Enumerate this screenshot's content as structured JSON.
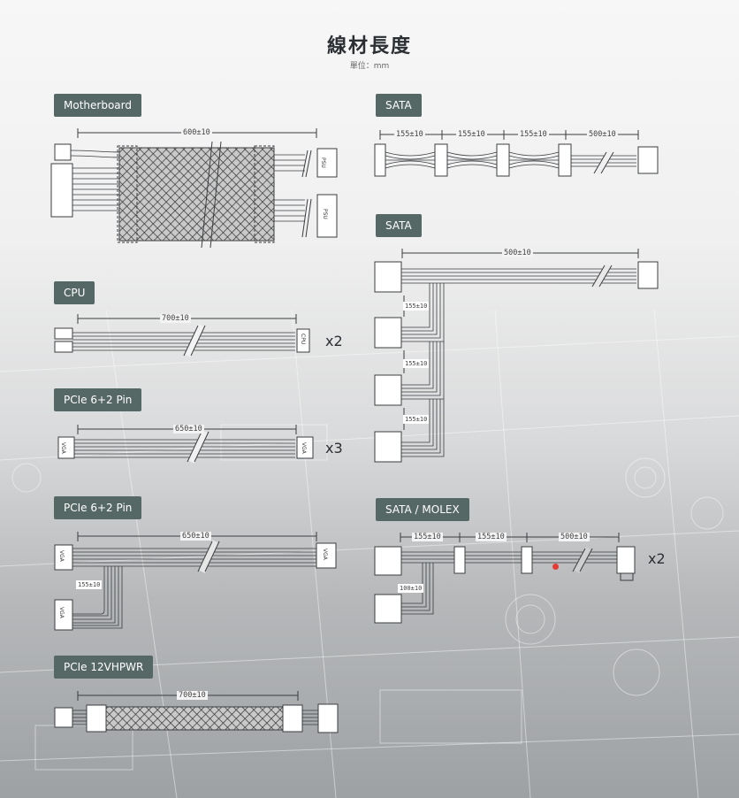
{
  "header": {
    "title": "線材長度",
    "unit": "單位：mm"
  },
  "sections": {
    "motherboard": {
      "label": "Motherboard",
      "dimension": "600±10",
      "conn_label": "PSU"
    },
    "cpu": {
      "label": "CPU",
      "dimension": "700±10",
      "conn_label": "CPU",
      "multiplier": "x2"
    },
    "pcie1": {
      "label": "PCIe 6+2 Pin",
      "dimension": "650±10",
      "conn_label": "VGA",
      "multiplier": "x3"
    },
    "pcie2": {
      "label": "PCIe 6+2 Pin",
      "dimension": "650±10",
      "sub_dimension": "155±10",
      "conn_label": "VGA"
    },
    "pcie12v": {
      "label": "PCIe 12VHPWR",
      "dimension": "700±10"
    },
    "sata1": {
      "label": "SATA",
      "dims": [
        "155±10",
        "155±10",
        "155±10",
        "500±10"
      ]
    },
    "sata2": {
      "label": "SATA",
      "dimension": "500±10",
      "sub_dims": [
        "155±10",
        "155±10",
        "155±10"
      ]
    },
    "sata_molex": {
      "label": "SATA / MOLEX",
      "dims": [
        "155±10",
        "155±10",
        "500±10"
      ],
      "sub_dimension": "100±10",
      "multiplier": "x2"
    }
  },
  "colors": {
    "tag_bg": "#566865",
    "line": "#3a3d40",
    "accent_dot": "#e23b33"
  }
}
